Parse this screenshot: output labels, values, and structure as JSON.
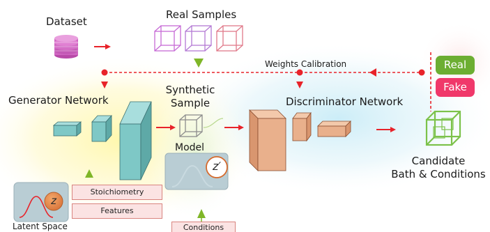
{
  "labels": {
    "dataset": "Dataset",
    "real_samples": "Real Samples",
    "weights_calibration": "Weights Calibration",
    "generator_network": "Generator Network",
    "synthetic_sample": "Synthetic\nSample",
    "model": "Model",
    "discriminator_network": "Discriminator Network",
    "candidate": "Candidate\nBath & Conditions",
    "latent_space": "Latent Space",
    "conditions": "Conditions"
  },
  "inputs": {
    "stoichiometry": "Stoichiometry",
    "features": "Features"
  },
  "badges": {
    "real": "Real",
    "fake": "Fake"
  },
  "latent_symbol": "z",
  "model_symbol": "z′",
  "colors": {
    "arrow_red": "#e8232a",
    "arrow_green": "#7fb628",
    "real_badge": "#6cae32",
    "fake_badge": "#f0386a",
    "generator_block": "#7ec8c6",
    "discriminator_block": "#e9b08c",
    "cube_real": "#c76ad6",
    "cube_candidate": "#7cc24a",
    "dataset_stack": "#d066c2"
  }
}
